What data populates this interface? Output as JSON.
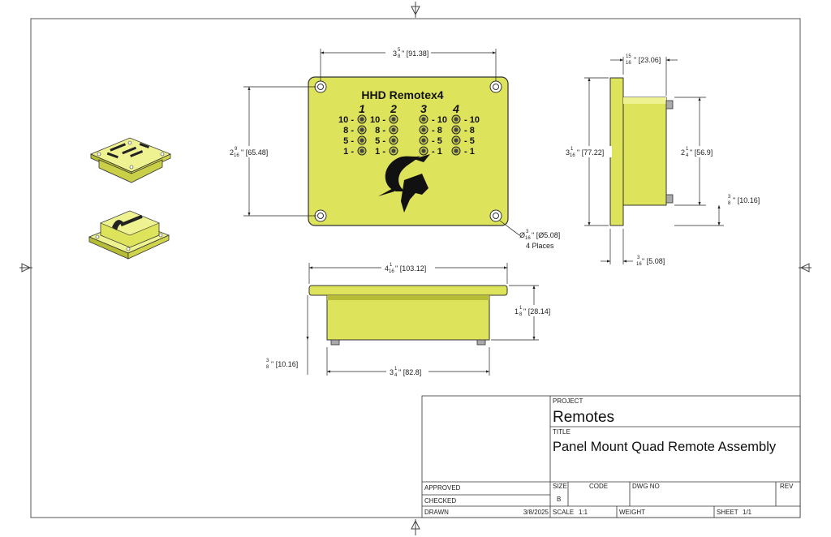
{
  "plate": {
    "title": "HHD Remotex4",
    "channels": [
      "1",
      "2",
      "3",
      "4"
    ],
    "levels": [
      "10",
      "8",
      "5",
      "1"
    ]
  },
  "dimensions": {
    "top_width": {
      "whole": "3",
      "num": "5",
      "den": "8",
      "metric": "\" [91.38]"
    },
    "front_height": {
      "whole": "2",
      "num": "9",
      "den": "16",
      "metric": "\" [65.48]"
    },
    "hole": {
      "prefix": "Ø",
      "num": "3",
      "den": "16",
      "metric": "\" [Ø5.08]",
      "note": "4 Places"
    },
    "side_depth": {
      "whole": "",
      "num": "15",
      "den": "16",
      "metric": "\" [23.06]"
    },
    "side_height": {
      "whole": "3",
      "num": "1",
      "den": "16",
      "metric": "\" [77.22]"
    },
    "side_body": {
      "whole": "2",
      "num": "1",
      "den": "4",
      "metric": "\" [56.9]"
    },
    "side_standoff": {
      "whole": "",
      "num": "3",
      "den": "8",
      "metric": "\" [10.16]"
    },
    "side_flange": {
      "whole": "",
      "num": "3",
      "den": "16",
      "metric": "\" [5.08]"
    },
    "bottom_width": {
      "whole": "4",
      "num": "1",
      "den": "16",
      "metric": "\" [103.12]"
    },
    "bottom_height": {
      "whole": "1",
      "num": "1",
      "den": "8",
      "metric": "\" [28.14]"
    },
    "bottom_standoff": {
      "whole": "",
      "num": "3",
      "den": "8",
      "metric": "\" [10.16]"
    },
    "bottom_body": {
      "whole": "3",
      "num": "1",
      "den": "4",
      "metric": "\" [82.8]"
    }
  },
  "title_block": {
    "project_label": "PROJECT",
    "project": "Remotes",
    "title_label": "TITLE",
    "title": "Panel Mount Quad Remote Assembly",
    "approved_label": "APPROVED",
    "checked_label": "CHECKED",
    "drawn_label": "DRAWN",
    "drawn_date": "3/8/2025",
    "size_label": "SIZE",
    "size": "B",
    "code_label": "CODE",
    "dwg_label": "DWG NO",
    "rev_label": "REV",
    "scale_label": "SCALE",
    "scale": "1:1",
    "weight_label": "WEIGHT",
    "sheet_label": "SHEET",
    "sheet": "1/1"
  },
  "colors": {
    "body": "#dde35a",
    "body_dark": "#b6bc36",
    "body_light": "#eef291",
    "line": "#333333"
  }
}
